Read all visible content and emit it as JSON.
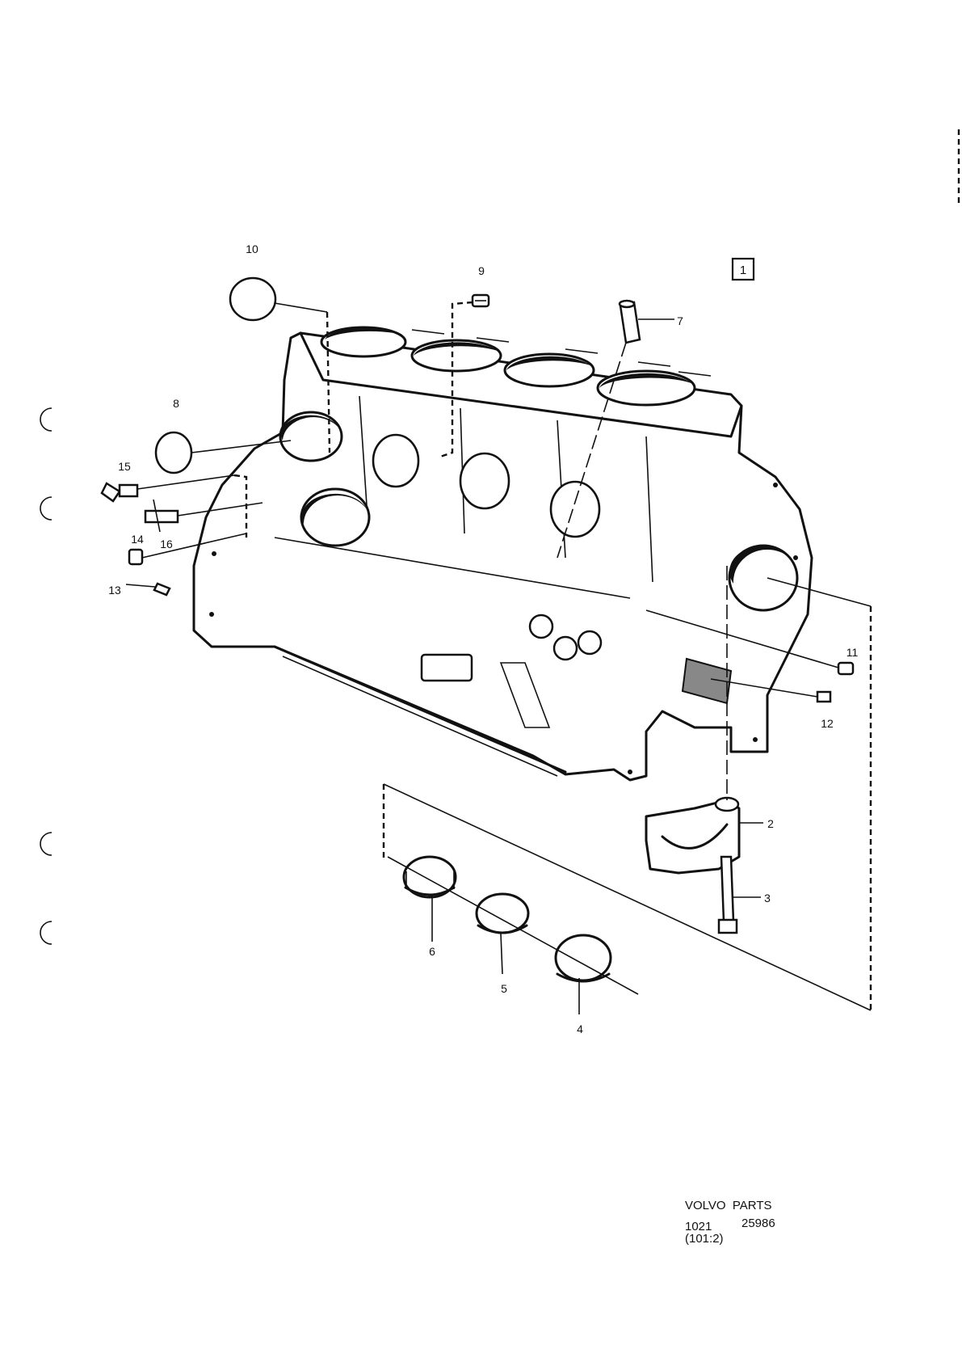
{
  "page_badge": "1",
  "footer": {
    "brand": "VOLVO  PARTS",
    "code": "1021",
    "subcode": "(101:2)",
    "drawing_no": "25986"
  },
  "callouts": [
    "10",
    "9",
    "7",
    "8",
    "15",
    "16",
    "14",
    "13",
    "11",
    "12",
    "2",
    "3",
    "6",
    "5",
    "4"
  ]
}
